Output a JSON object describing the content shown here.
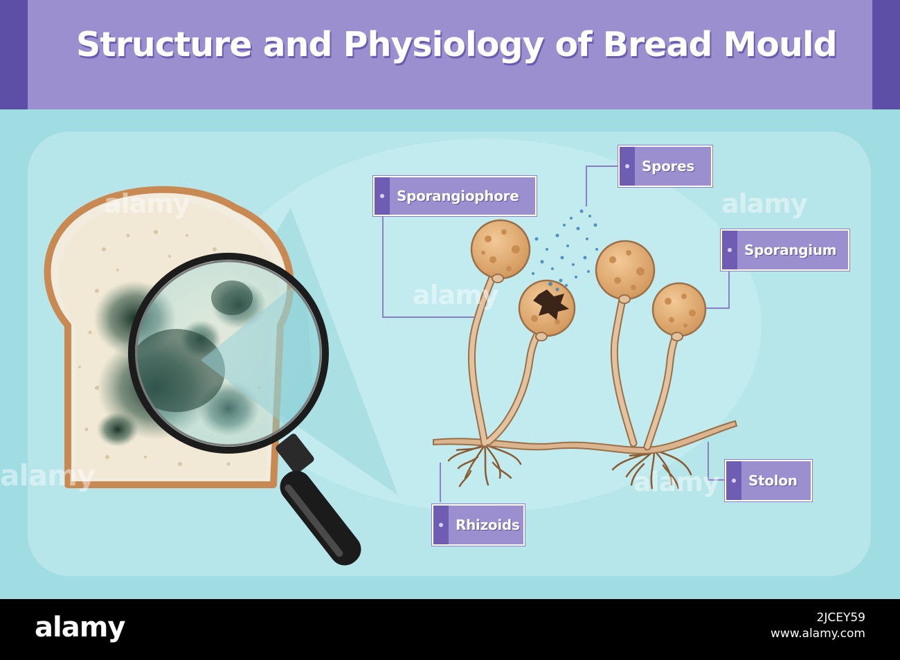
{
  "title": "Structure and Physiology of Bread Mould",
  "labels": {
    "sporangiophore": "Sporangiophore",
    "spores": "Spores",
    "sporangium": "Sporangium",
    "stolon": "Stolon",
    "rhizoids": "Rhizoids"
  },
  "watermark": {
    "text": "alamy",
    "image_id": "2JCEY59",
    "url": "www.alamy.com"
  },
  "colors": {
    "header_bg": "#9b8fd0",
    "header_edge": "#5d4fa6",
    "panel_bg": "#9fdde3",
    "inner_panel_bg": "#b6e6ea",
    "label_bg": "#9b8fd0",
    "label_notch": "#6f5db4",
    "leader_line": "#8a7ec4",
    "hypha": "#d9b48e",
    "hypha_outline": "#9a6e46",
    "sporangium_fill": "#e7b47c",
    "sporangium_spot": "#c98c52",
    "mould_dark": "#1e3b30"
  }
}
